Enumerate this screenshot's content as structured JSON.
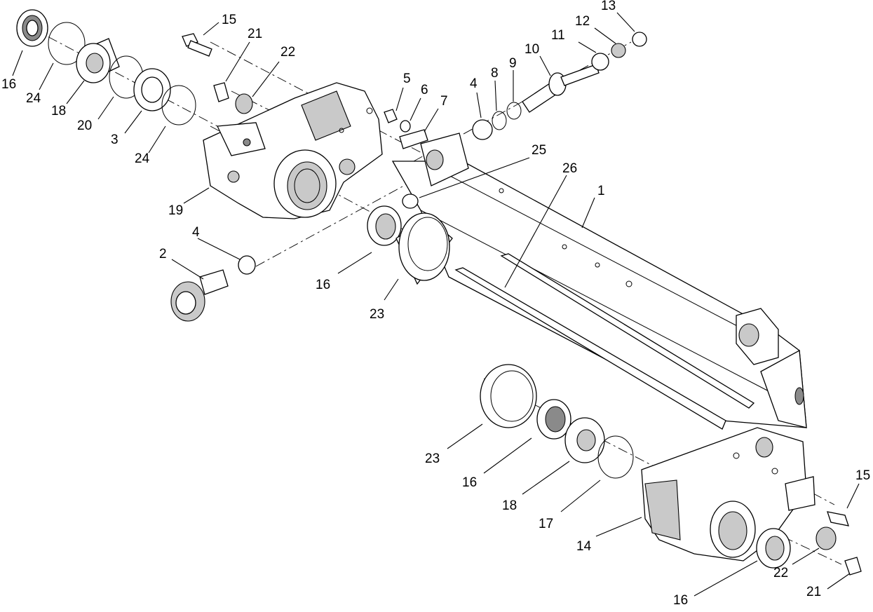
{
  "callouts": [
    {
      "id": "c-16-top-left",
      "text": "16"
    },
    {
      "id": "c-24-top",
      "text": "24"
    },
    {
      "id": "c-18-top",
      "text": "18"
    },
    {
      "id": "c-20",
      "text": "20"
    },
    {
      "id": "c-3",
      "text": "3"
    },
    {
      "id": "c-24-mid",
      "text": "24"
    },
    {
      "id": "c-19",
      "text": "19"
    },
    {
      "id": "c-15-top",
      "text": "15"
    },
    {
      "id": "c-21-top",
      "text": "21"
    },
    {
      "id": "c-22-top",
      "text": "22"
    },
    {
      "id": "c-5",
      "text": "5"
    },
    {
      "id": "c-6",
      "text": "6"
    },
    {
      "id": "c-7",
      "text": "7"
    },
    {
      "id": "c-4-top",
      "text": "4"
    },
    {
      "id": "c-8",
      "text": "8"
    },
    {
      "id": "c-9",
      "text": "9"
    },
    {
      "id": "c-10",
      "text": "10"
    },
    {
      "id": "c-11",
      "text": "11"
    },
    {
      "id": "c-12",
      "text": "12"
    },
    {
      "id": "c-13",
      "text": "13"
    },
    {
      "id": "c-25",
      "text": "25"
    },
    {
      "id": "c-26",
      "text": "26"
    },
    {
      "id": "c-1",
      "text": "1"
    },
    {
      "id": "c-2",
      "text": "2"
    },
    {
      "id": "c-4-lower",
      "text": "4"
    },
    {
      "id": "c-16-mid",
      "text": "16"
    },
    {
      "id": "c-23-mid",
      "text": "23"
    },
    {
      "id": "c-23-lower",
      "text": "23"
    },
    {
      "id": "c-16-lower",
      "text": "16"
    },
    {
      "id": "c-18-lower",
      "text": "18"
    },
    {
      "id": "c-17",
      "text": "17"
    },
    {
      "id": "c-14",
      "text": "14"
    },
    {
      "id": "c-15-right",
      "text": "15"
    },
    {
      "id": "c-22-right",
      "text": "22"
    },
    {
      "id": "c-16-bottom",
      "text": "16"
    },
    {
      "id": "c-21-right",
      "text": "21"
    }
  ]
}
